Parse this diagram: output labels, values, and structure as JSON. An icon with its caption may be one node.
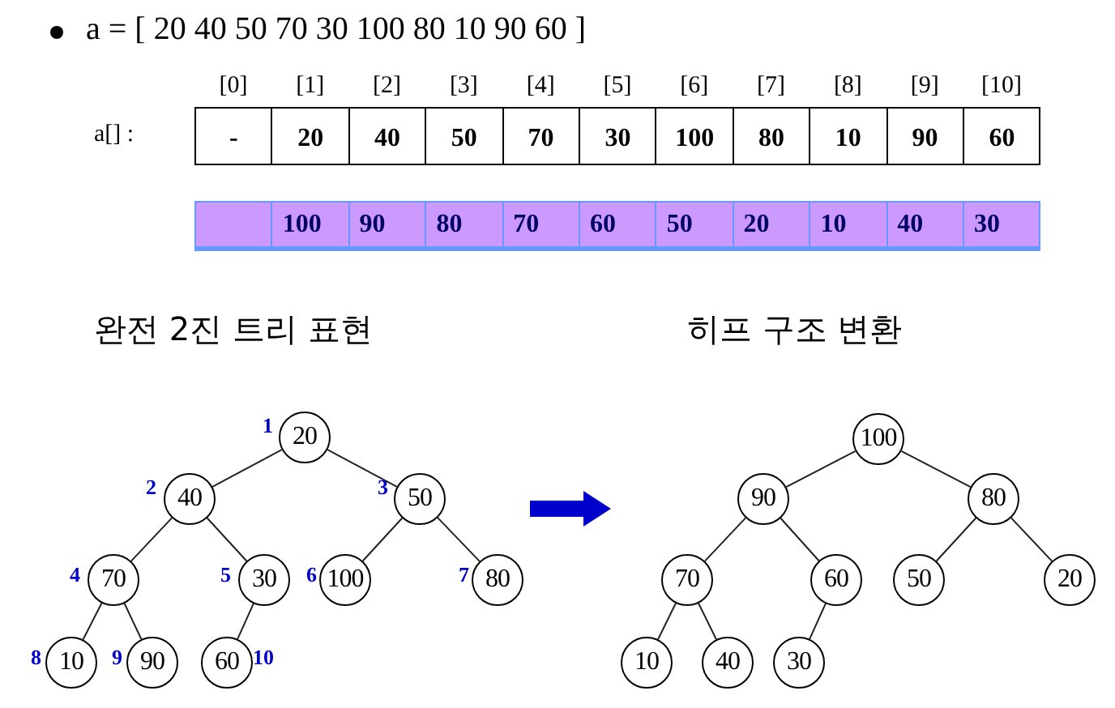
{
  "diagram": {
    "nodes": [
      {
        "text": [
          "20"
        ],
        "beside": [
          "1"
        ]
      },
      {
        "text": [
          "40"
        ],
        "beside": [
          "2"
        ]
      },
      {
        "text": [
          "50"
        ],
        "beside": [
          "3"
        ]
      },
      {
        "text": [
          "70"
        ],
        "beside": [
          "4"
        ]
      },
      {
        "text": [
          "30"
        ],
        "beside": [
          "5"
        ]
      },
      {
        "text": [
          "100"
        ],
        "beside": [
          "6"
        ]
      },
      {
        "text": [
          "80"
        ],
        "beside": [
          "7"
        ]
      },
      {
        "text": [
          "10"
        ],
        "beside": [
          "8"
        ]
      },
      {
        "text": [
          "90"
        ],
        "beside": [
          "9"
        ]
      },
      {
        "text": [
          "60"
        ],
        "beside": [
          "10"
        ]
      },
      {
        "text": [
          "100"
        ]
      },
      {
        "text": [
          "90"
        ]
      },
      {
        "text": [
          "80"
        ]
      },
      {
        "text": [
          "70"
        ]
      },
      {
        "text": [
          "60"
        ]
      },
      {
        "text": [
          "50"
        ]
      },
      {
        "text": [
          "20"
        ]
      },
      {
        "text": [
          "10"
        ]
      },
      {
        "text": [
          "40"
        ]
      },
      {
        "text": [
          "30"
        ]
      }
    ],
    "edges": [
      {
        "from": 0,
        "to": 1,
        "arrow": "none"
      },
      {
        "from": 0,
        "to": 2,
        "arrow": "none"
      },
      {
        "from": 1,
        "to": 3,
        "arrow": "none"
      },
      {
        "from": 1,
        "to": 4,
        "arrow": "none"
      },
      {
        "from": 2,
        "to": 5,
        "arrow": "none"
      },
      {
        "from": 2,
        "to": 6,
        "arrow": "none"
      },
      {
        "from": 3,
        "to": 7,
        "arrow": "none"
      },
      {
        "from": 3,
        "to": 8,
        "arrow": "none"
      },
      {
        "from": 4,
        "to": 9,
        "arrow": "none"
      },
      {
        "from": 10,
        "to": 11,
        "arrow": "none"
      },
      {
        "from": 10,
        "to": 12,
        "arrow": "none"
      },
      {
        "from": 11,
        "to": 13,
        "arrow": "none"
      },
      {
        "from": 11,
        "to": 14,
        "arrow": "none"
      },
      {
        "from": 12,
        "to": 15,
        "arrow": "none"
      },
      {
        "from": 12,
        "to": 16,
        "arrow": "none"
      },
      {
        "from": 13,
        "to": 17,
        "arrow": "none"
      },
      {
        "from": 13,
        "to": 18,
        "arrow": "none"
      },
      {
        "from": 14,
        "to": 19,
        "arrow": "none"
      }
    ],
    "labels": [
      "a = [ 20 40 50 70 30 100 80 10 90 60 ]",
      "[0]",
      "[1]",
      "[2]",
      "[3]",
      "[4]",
      "[5]",
      "[6]",
      "[7]",
      "[8]",
      "[9]",
      "[10]",
      "a[] :",
      "-",
      "20",
      "40",
      "50",
      "70",
      "30",
      "100",
      "80",
      "10",
      "90",
      "60",
      "100",
      "90",
      "80",
      "70",
      "60",
      "50",
      "20",
      "10",
      "40",
      "30",
      "완전 2진 트리 표현",
      "히프 구조 변환"
    ]
  }
}
